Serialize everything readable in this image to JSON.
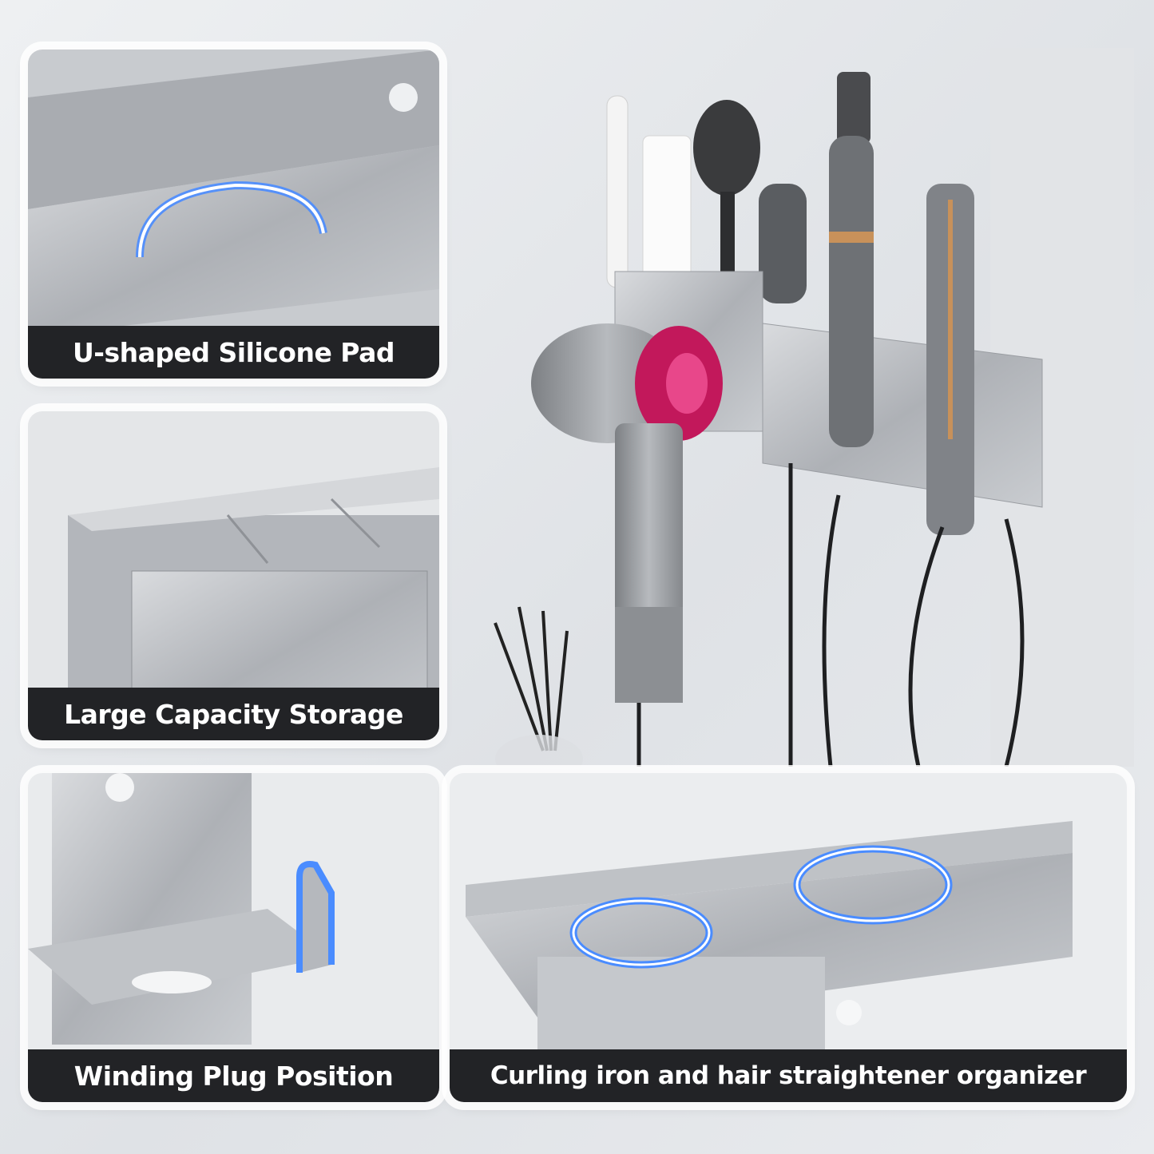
{
  "colors": {
    "accent_glow": "#4a8cff",
    "caption_bg": "#222326",
    "caption_text": "#ffffff",
    "metal": "#b9bcc1",
    "dryer_pink": "#c2185b"
  },
  "features": [
    {
      "caption": "U-shaped Silicone Pad"
    },
    {
      "caption": "Large Capacity Storage"
    },
    {
      "caption": "Winding Plug Position"
    },
    {
      "caption": "Curling iron and hair straightener organizer"
    }
  ]
}
